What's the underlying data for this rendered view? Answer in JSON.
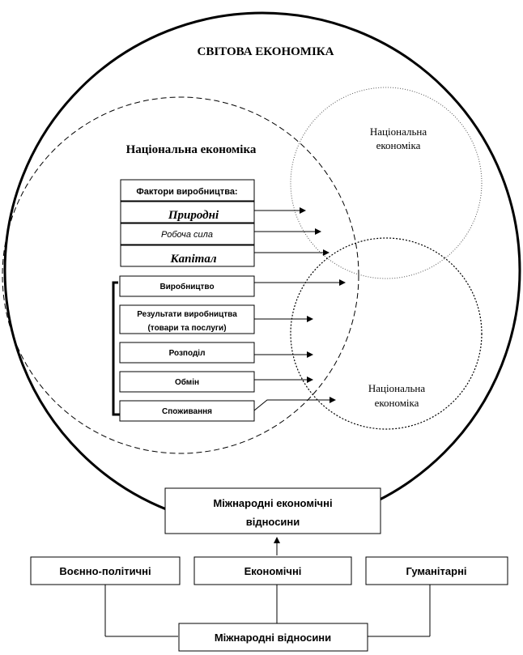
{
  "title": "СВІТОВА ЕКОНОМІКА",
  "national_main": "Національна економіка",
  "national_right_top": [
    "Національна",
    "економіка"
  ],
  "national_right_bottom": [
    "Національна",
    "економіка"
  ],
  "factors": {
    "header": "Фактори виробництва:",
    "items": [
      "Природні",
      "Робоча сила",
      "Капітал"
    ]
  },
  "stages": [
    [
      "Виробництво"
    ],
    [
      "Результати виробництва",
      "(товари та послуги)"
    ],
    [
      "Розподіл"
    ],
    [
      "Обмін"
    ],
    [
      "Споживання"
    ]
  ],
  "intl_economic": [
    "Міжнародні економічні",
    "відносини"
  ],
  "relations": [
    "Воєнно-політичні",
    "Економічні",
    "Гуманітарні"
  ],
  "intl_relations": "Міжнародні відносини"
}
